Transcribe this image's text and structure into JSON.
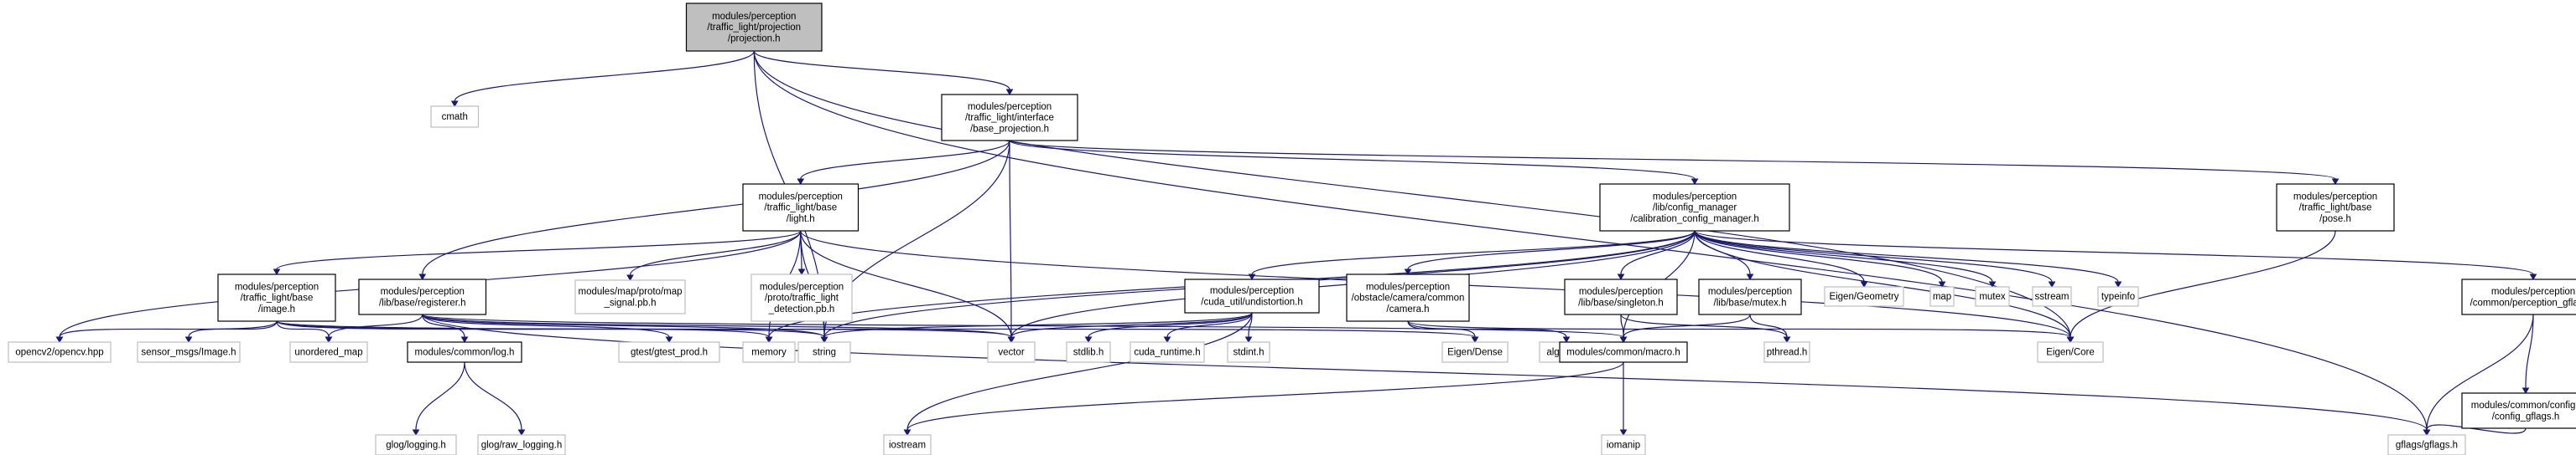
{
  "graph": {
    "nodes": [
      {
        "id": "projection",
        "lines": [
          "modules/perception",
          "/traffic_light/projection",
          "/projection.h"
        ],
        "kind": "focus"
      },
      {
        "id": "cmath",
        "lines": [
          "cmath"
        ],
        "kind": "ext"
      },
      {
        "id": "base_projection",
        "lines": [
          "modules/perception",
          "/traffic_light/interface",
          "/base_projection.h"
        ],
        "kind": "file"
      },
      {
        "id": "light",
        "lines": [
          "modules/perception",
          "/traffic_light/base",
          "/light.h"
        ],
        "kind": "file"
      },
      {
        "id": "calib",
        "lines": [
          "modules/perception",
          "/lib/config_manager",
          "/calibration_config_manager.h"
        ],
        "kind": "file"
      },
      {
        "id": "pose",
        "lines": [
          "modules/perception",
          "/traffic_light/base",
          "/pose.h"
        ],
        "kind": "file"
      },
      {
        "id": "image",
        "lines": [
          "modules/perception",
          "/traffic_light/base",
          "/image.h"
        ],
        "kind": "file"
      },
      {
        "id": "registerer",
        "lines": [
          "modules/perception",
          "/lib/base/registerer.h"
        ],
        "kind": "file"
      },
      {
        "id": "map_signal",
        "lines": [
          "modules/map/proto/map",
          "_signal.pb.h"
        ],
        "kind": "ext"
      },
      {
        "id": "tl_detection",
        "lines": [
          "modules/perception",
          "/proto/traffic_light",
          "_detection.pb.h"
        ],
        "kind": "ext"
      },
      {
        "id": "undistortion",
        "lines": [
          "modules/perception",
          "/cuda_util/undistortion.h"
        ],
        "kind": "file"
      },
      {
        "id": "camera",
        "lines": [
          "modules/perception",
          "/obstacle/camera/common",
          "/camera.h"
        ],
        "kind": "file"
      },
      {
        "id": "singleton",
        "lines": [
          "modules/perception",
          "/lib/base/singleton.h"
        ],
        "kind": "file"
      },
      {
        "id": "mutex_h",
        "lines": [
          "modules/perception",
          "/lib/base/mutex.h"
        ],
        "kind": "file"
      },
      {
        "id": "eigen_geometry",
        "lines": [
          "Eigen/Geometry"
        ],
        "kind": "ext"
      },
      {
        "id": "map",
        "lines": [
          "map"
        ],
        "kind": "ext"
      },
      {
        "id": "mutex",
        "lines": [
          "mutex"
        ],
        "kind": "ext"
      },
      {
        "id": "sstream",
        "lines": [
          "sstream"
        ],
        "kind": "ext"
      },
      {
        "id": "typeinfo",
        "lines": [
          "typeinfo"
        ],
        "kind": "ext"
      },
      {
        "id": "perc_gflags",
        "lines": [
          "modules/perception",
          "/common/perception_gflags.h"
        ],
        "kind": "file"
      },
      {
        "id": "opencv",
        "lines": [
          "opencv2/opencv.hpp"
        ],
        "kind": "ext"
      },
      {
        "id": "sensor_image",
        "lines": [
          "sensor_msgs/Image.h"
        ],
        "kind": "ext"
      },
      {
        "id": "unordered_map",
        "lines": [
          "unordered_map"
        ],
        "kind": "ext"
      },
      {
        "id": "log_h",
        "lines": [
          "modules/common/log.h"
        ],
        "kind": "file"
      },
      {
        "id": "gtest_prod",
        "lines": [
          "gtest/gtest_prod.h"
        ],
        "kind": "ext"
      },
      {
        "id": "memory",
        "lines": [
          "memory"
        ],
        "kind": "ext"
      },
      {
        "id": "string",
        "lines": [
          "string"
        ],
        "kind": "ext"
      },
      {
        "id": "vector",
        "lines": [
          "vector"
        ],
        "kind": "ext"
      },
      {
        "id": "stdlib",
        "lines": [
          "stdlib.h"
        ],
        "kind": "ext"
      },
      {
        "id": "cuda_runtime",
        "lines": [
          "cuda_runtime.h"
        ],
        "kind": "ext"
      },
      {
        "id": "stdint",
        "lines": [
          "stdint.h"
        ],
        "kind": "ext"
      },
      {
        "id": "eigen_dense",
        "lines": [
          "Eigen/Dense"
        ],
        "kind": "ext"
      },
      {
        "id": "algorithm",
        "lines": [
          "algorithm"
        ],
        "kind": "ext"
      },
      {
        "id": "macro",
        "lines": [
          "modules/common/macro.h"
        ],
        "kind": "file"
      },
      {
        "id": "pthread",
        "lines": [
          "pthread.h"
        ],
        "kind": "ext"
      },
      {
        "id": "eigen_core",
        "lines": [
          "Eigen/Core"
        ],
        "kind": "ext"
      },
      {
        "id": "config_gflags",
        "lines": [
          "modules/common/configs",
          "/config_gflags.h"
        ],
        "kind": "file"
      },
      {
        "id": "glog_logging",
        "lines": [
          "glog/logging.h"
        ],
        "kind": "ext"
      },
      {
        "id": "glog_raw",
        "lines": [
          "glog/raw_logging.h"
        ],
        "kind": "ext"
      },
      {
        "id": "iostream",
        "lines": [
          "iostream"
        ],
        "kind": "ext"
      },
      {
        "id": "iomanip",
        "lines": [
          "iomanip"
        ],
        "kind": "ext"
      },
      {
        "id": "gflags",
        "lines": [
          "gflags/gflags.h"
        ],
        "kind": "ext"
      }
    ],
    "edges": [
      [
        "projection",
        "cmath"
      ],
      [
        "projection",
        "base_projection"
      ],
      [
        "projection",
        "eigen_core"
      ],
      [
        "projection",
        "gflags"
      ],
      [
        "projection",
        "string"
      ],
      [
        "base_projection",
        "light"
      ],
      [
        "base_projection",
        "calib"
      ],
      [
        "base_projection",
        "pose"
      ],
      [
        "base_projection",
        "registerer"
      ],
      [
        "base_projection",
        "string"
      ],
      [
        "base_projection",
        "vector"
      ],
      [
        "light",
        "image"
      ],
      [
        "light",
        "map_signal"
      ],
      [
        "light",
        "tl_detection"
      ],
      [
        "light",
        "opencv"
      ],
      [
        "light",
        "memory"
      ],
      [
        "light",
        "string"
      ],
      [
        "light",
        "vector"
      ],
      [
        "light",
        "eigen_core"
      ],
      [
        "calib",
        "undistortion"
      ],
      [
        "calib",
        "camera"
      ],
      [
        "calib",
        "singleton"
      ],
      [
        "calib",
        "mutex_h"
      ],
      [
        "calib",
        "eigen_geometry"
      ],
      [
        "calib",
        "map"
      ],
      [
        "calib",
        "mutex"
      ],
      [
        "calib",
        "sstream"
      ],
      [
        "calib",
        "typeinfo"
      ],
      [
        "calib",
        "perc_gflags"
      ],
      [
        "calib",
        "eigen_core"
      ],
      [
        "calib",
        "macro"
      ],
      [
        "calib",
        "memory"
      ],
      [
        "calib",
        "string"
      ],
      [
        "calib",
        "vector"
      ],
      [
        "pose",
        "eigen_core"
      ],
      [
        "image",
        "opencv"
      ],
      [
        "image",
        "sensor_image"
      ],
      [
        "image",
        "unordered_map"
      ],
      [
        "image",
        "memory"
      ],
      [
        "image",
        "string"
      ],
      [
        "image",
        "vector"
      ],
      [
        "image",
        "eigen_dense"
      ],
      [
        "registerer",
        "log_h"
      ],
      [
        "registerer",
        "unordered_map"
      ],
      [
        "registerer",
        "gtest_prod"
      ],
      [
        "registerer",
        "string"
      ],
      [
        "registerer",
        "vector"
      ],
      [
        "registerer",
        "macro"
      ],
      [
        "registerer",
        "gflags"
      ],
      [
        "undistortion",
        "stdlib"
      ],
      [
        "undistortion",
        "cuda_runtime"
      ],
      [
        "undistortion",
        "stdint"
      ],
      [
        "undistortion",
        "string"
      ],
      [
        "undistortion",
        "vector"
      ],
      [
        "undistortion",
        "iostream"
      ],
      [
        "camera",
        "eigen_dense"
      ],
      [
        "camera",
        "algorithm"
      ],
      [
        "camera",
        "eigen_core"
      ],
      [
        "singleton",
        "macro"
      ],
      [
        "singleton",
        "pthread"
      ],
      [
        "mutex_h",
        "macro"
      ],
      [
        "mutex_h",
        "pthread"
      ],
      [
        "perc_gflags",
        "config_gflags"
      ],
      [
        "perc_gflags",
        "gflags"
      ],
      [
        "config_gflags",
        "gflags"
      ],
      [
        "log_h",
        "glog_logging"
      ],
      [
        "log_h",
        "glog_raw"
      ],
      [
        "macro",
        "iostream"
      ],
      [
        "macro",
        "iomanip"
      ]
    ]
  },
  "colors": {
    "edge": "#191970",
    "focus_fill": "#bfbfbf",
    "ext_border": "#bfbfbf",
    "node_border": "#000000"
  }
}
